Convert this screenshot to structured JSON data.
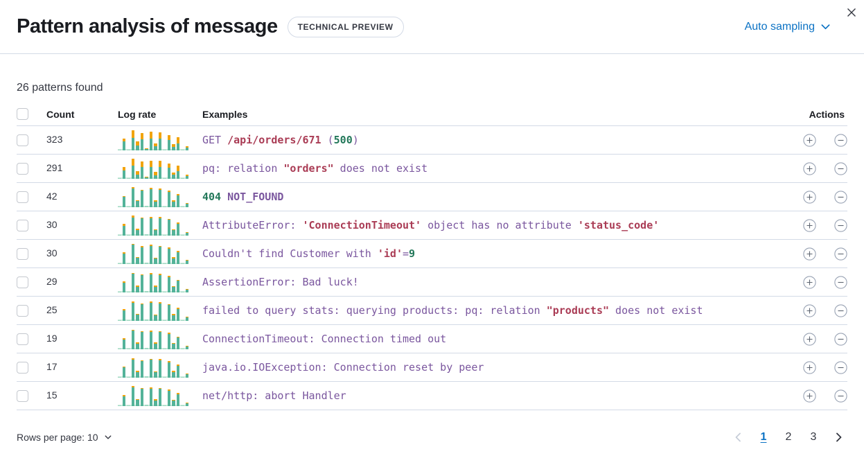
{
  "header": {
    "title": "Pattern analysis of message",
    "badge": "TECHNICAL PREVIEW",
    "sampling_label": "Auto sampling"
  },
  "summary": {
    "patterns_found": "26 patterns found"
  },
  "table": {
    "columns": [
      "Count",
      "Log rate",
      "Examples",
      "Actions"
    ],
    "rows": [
      {
        "count": "323",
        "tokens": [
          {
            "t": "GET ",
            "c": "purple"
          },
          {
            "t": "/api/orders/671",
            "c": "red",
            "b": true
          },
          {
            "t": " (",
            "c": "purple"
          },
          {
            "t": "500",
            "c": "green",
            "b": true
          },
          {
            "t": ")",
            "c": "purple"
          }
        ],
        "spark": [
          [
            4,
            0
          ],
          [
            42,
            14
          ],
          [
            4,
            0
          ],
          [
            60,
            36
          ],
          [
            22,
            20
          ],
          [
            54,
            28
          ],
          [
            8,
            3
          ],
          [
            56,
            34
          ],
          [
            20,
            12
          ],
          [
            58,
            28
          ],
          [
            4,
            0
          ],
          [
            50,
            24
          ],
          [
            18,
            12
          ],
          [
            34,
            28
          ],
          [
            4,
            0
          ],
          [
            12,
            8
          ]
        ]
      },
      {
        "count": "291",
        "tokens": [
          {
            "t": "pq: relation ",
            "c": "purple"
          },
          {
            "t": "\"orders\"",
            "c": "red",
            "b": true
          },
          {
            "t": " does not exist",
            "c": "purple"
          }
        ],
        "spark": [
          [
            4,
            0
          ],
          [
            40,
            16
          ],
          [
            4,
            0
          ],
          [
            62,
            34
          ],
          [
            20,
            18
          ],
          [
            56,
            26
          ],
          [
            8,
            3
          ],
          [
            58,
            30
          ],
          [
            18,
            14
          ],
          [
            56,
            30
          ],
          [
            4,
            0
          ],
          [
            52,
            22
          ],
          [
            20,
            10
          ],
          [
            36,
            26
          ],
          [
            4,
            0
          ],
          [
            12,
            8
          ]
        ]
      },
      {
        "count": "42",
        "tokens": [
          {
            "t": "404",
            "c": "green",
            "b": true
          },
          {
            "t": " ",
            "c": "purple"
          },
          {
            "t": "NOT_FOUND",
            "c": "purple",
            "b": true
          }
        ],
        "spark": [
          [
            4,
            0
          ],
          [
            50,
            5
          ],
          [
            4,
            0
          ],
          [
            90,
            6
          ],
          [
            30,
            4
          ],
          [
            80,
            5
          ],
          [
            8,
            0
          ],
          [
            86,
            6
          ],
          [
            28,
            4
          ],
          [
            84,
            6
          ],
          [
            4,
            0
          ],
          [
            74,
            5
          ],
          [
            28,
            4
          ],
          [
            58,
            5
          ],
          [
            4,
            0
          ],
          [
            16,
            3
          ]
        ]
      },
      {
        "count": "30",
        "tokens": [
          {
            "t": "AttributeError: ",
            "c": "purple"
          },
          {
            "t": "'ConnectionTimeout'",
            "c": "red",
            "b": true
          },
          {
            "t": " object has no attribute ",
            "c": "purple"
          },
          {
            "t": "'status_code'",
            "c": "red",
            "b": true
          }
        ],
        "spark": [
          [
            4,
            0
          ],
          [
            48,
            8
          ],
          [
            4,
            0
          ],
          [
            88,
            8
          ],
          [
            28,
            5
          ],
          [
            82,
            5
          ],
          [
            8,
            0
          ],
          [
            84,
            6
          ],
          [
            26,
            5
          ],
          [
            84,
            5
          ],
          [
            4,
            0
          ],
          [
            76,
            5
          ],
          [
            26,
            4
          ],
          [
            56,
            6
          ],
          [
            4,
            0
          ],
          [
            14,
            3
          ]
        ]
      },
      {
        "count": "30",
        "tokens": [
          {
            "t": "Couldn't find Customer with ",
            "c": "purple"
          },
          {
            "t": "'id'",
            "c": "red",
            "b": true
          },
          {
            "t": "=",
            "c": "purple"
          },
          {
            "t": "9",
            "c": "green",
            "b": true
          }
        ],
        "spark": [
          [
            4,
            0
          ],
          [
            50,
            6
          ],
          [
            4,
            0
          ],
          [
            92,
            5
          ],
          [
            30,
            4
          ],
          [
            80,
            6
          ],
          [
            8,
            0
          ],
          [
            88,
            5
          ],
          [
            26,
            4
          ],
          [
            82,
            6
          ],
          [
            4,
            0
          ],
          [
            74,
            5
          ],
          [
            28,
            4
          ],
          [
            58,
            5
          ],
          [
            4,
            0
          ],
          [
            16,
            3
          ]
        ]
      },
      {
        "count": "29",
        "tokens": [
          {
            "t": "AssertionError: Bad luck!",
            "c": "purple"
          }
        ],
        "spark": [
          [
            4,
            0
          ],
          [
            48,
            5
          ],
          [
            4,
            0
          ],
          [
            90,
            5
          ],
          [
            28,
            4
          ],
          [
            82,
            5
          ],
          [
            8,
            0
          ],
          [
            86,
            7
          ],
          [
            28,
            4
          ],
          [
            84,
            5
          ],
          [
            4,
            0
          ],
          [
            74,
            6
          ],
          [
            26,
            4
          ],
          [
            56,
            5
          ],
          [
            4,
            0
          ],
          [
            14,
            3
          ]
        ]
      },
      {
        "count": "25",
        "tokens": [
          {
            "t": "failed to query stats: querying products: pq: relation ",
            "c": "purple"
          },
          {
            "t": "\"products\"",
            "c": "red",
            "b": true
          },
          {
            "t": " does not exist",
            "c": "purple"
          }
        ],
        "spark": [
          [
            4,
            0
          ],
          [
            50,
            6
          ],
          [
            4,
            0
          ],
          [
            88,
            6
          ],
          [
            30,
            5
          ],
          [
            80,
            5
          ],
          [
            8,
            0
          ],
          [
            86,
            6
          ],
          [
            26,
            4
          ],
          [
            84,
            6
          ],
          [
            4,
            0
          ],
          [
            76,
            5
          ],
          [
            28,
            5
          ],
          [
            58,
            6
          ],
          [
            4,
            0
          ],
          [
            16,
            3
          ]
        ]
      },
      {
        "count": "19",
        "tokens": [
          {
            "t": "ConnectionTimeout: Connection timed out",
            "c": "purple"
          }
        ],
        "spark": [
          [
            4,
            0
          ],
          [
            48,
            6
          ],
          [
            4,
            0
          ],
          [
            90,
            5
          ],
          [
            28,
            4
          ],
          [
            82,
            6
          ],
          [
            8,
            0
          ],
          [
            84,
            6
          ],
          [
            28,
            5
          ],
          [
            82,
            5
          ],
          [
            4,
            0
          ],
          [
            74,
            5
          ],
          [
            26,
            4
          ],
          [
            56,
            5
          ],
          [
            4,
            0
          ],
          [
            14,
            3
          ]
        ]
      },
      {
        "count": "17",
        "tokens": [
          {
            "t": "java.io.IOException: Connection reset by peer",
            "c": "purple"
          }
        ],
        "spark": [
          [
            4,
            0
          ],
          [
            50,
            5
          ],
          [
            4,
            0
          ],
          [
            88,
            6
          ],
          [
            28,
            4
          ],
          [
            80,
            5
          ],
          [
            8,
            0
          ],
          [
            86,
            5
          ],
          [
            26,
            4
          ],
          [
            84,
            6
          ],
          [
            4,
            0
          ],
          [
            74,
            6
          ],
          [
            28,
            4
          ],
          [
            58,
            5
          ],
          [
            4,
            0
          ],
          [
            16,
            3
          ]
        ]
      },
      {
        "count": "15",
        "tokens": [
          {
            "t": "net/http: abort Handler",
            "c": "purple"
          }
        ],
        "spark": [
          [
            4,
            0
          ],
          [
            48,
            6
          ],
          [
            4,
            0
          ],
          [
            90,
            6
          ],
          [
            30,
            5
          ],
          [
            82,
            5
          ],
          [
            8,
            0
          ],
          [
            84,
            6
          ],
          [
            28,
            4
          ],
          [
            82,
            6
          ],
          [
            4,
            0
          ],
          [
            74,
            5
          ],
          [
            26,
            4
          ],
          [
            56,
            6
          ],
          [
            4,
            0
          ],
          [
            14,
            3
          ]
        ]
      }
    ]
  },
  "footer": {
    "rows_per_page_label": "Rows per page: 10",
    "pagination": {
      "pages": [
        "1",
        "2",
        "3"
      ],
      "active_page": "1"
    }
  },
  "colors": {
    "tokens": {
      "purple": "#7a569e",
      "red": "#aa3c55",
      "green": "#23785a"
    },
    "bar_green": "#54b399",
    "bar_green_light": "#9ed8c2",
    "bar_orange": "#f1a40e",
    "accent_blue": "#0b72c4",
    "border": "#d3dae6",
    "text": "#343741"
  }
}
